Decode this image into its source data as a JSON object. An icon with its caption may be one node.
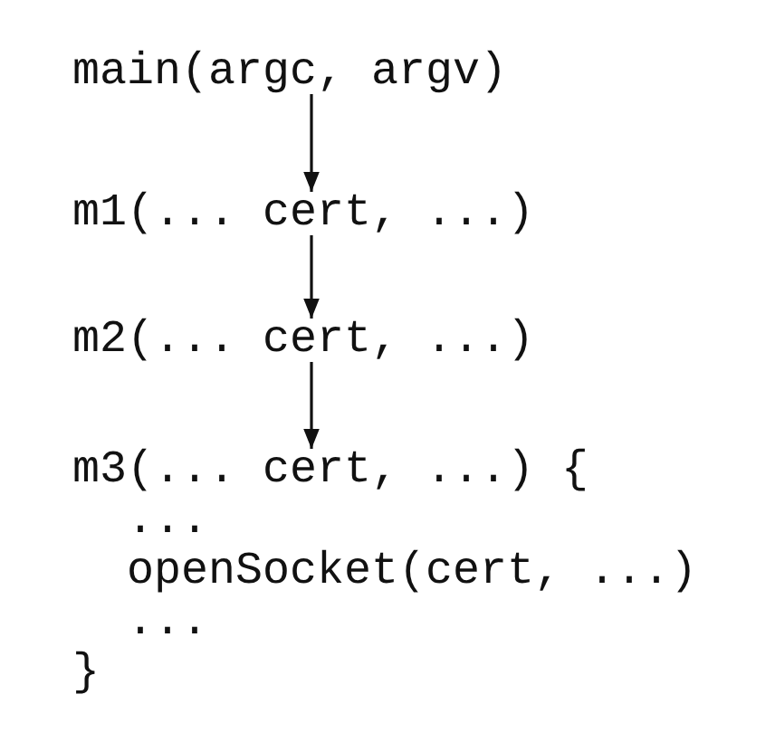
{
  "diagram": {
    "nodes": [
      {
        "text": [
          "main(argc, argv)"
        ]
      },
      {
        "text": [
          "m1(... cert, ...)"
        ]
      },
      {
        "text": [
          "m2(... cert, ...)"
        ]
      },
      {
        "text": [
          "m3(... cert, ...) {"
        ]
      }
    ],
    "edges": [
      {
        "from": 0,
        "to": 1,
        "arrow": "to"
      },
      {
        "from": 1,
        "to": 2,
        "arrow": "to"
      },
      {
        "from": 2,
        "to": 3,
        "arrow": "to"
      }
    ],
    "labels": [
      "...",
      "openSocket(cert, ...)",
      "...",
      "}"
    ]
  }
}
